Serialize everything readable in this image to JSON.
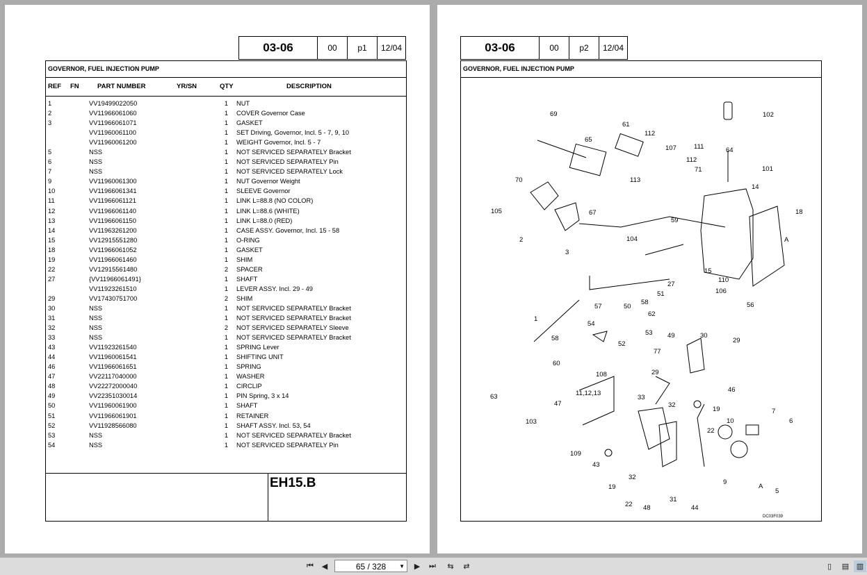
{
  "doc": {
    "code": "03-06",
    "revision": "00",
    "date": "12/04",
    "page_left": "p1",
    "page_right": "p2",
    "title": "GOVERNOR, FUEL INJECTION PUMP",
    "model": "EH15.B",
    "figure_id": "DC03F039"
  },
  "columns": {
    "ref": "REF",
    "fn": "FN",
    "part_number": "PART NUMBER",
    "yr_sn": "YR/SN",
    "qty": "QTY",
    "description": "DESCRIPTION"
  },
  "parts": [
    {
      "ref": "1",
      "pn": "VV19499022050",
      "qty": "1",
      "desc": "NUT"
    },
    {
      "ref": "2",
      "pn": "VV11966061060",
      "qty": "1",
      "desc": "COVER Governor Case"
    },
    {
      "ref": "3",
      "pn": "VV11966061071",
      "qty": "1",
      "desc": "GASKET"
    },
    {
      "ref": "",
      "pn": "VV11960061100",
      "qty": "1",
      "desc": "SET Driving, Governor, Incl. 5 - 7, 9, 10"
    },
    {
      "ref": "",
      "pn": "VV11960061200",
      "qty": "1",
      "desc": "WEIGHT Governor, Incl. 5 - 7"
    },
    {
      "ref": "5",
      "pn": "NSS",
      "qty": "1",
      "desc": "NOT SERVICED SEPARATELY Bracket"
    },
    {
      "ref": "6",
      "pn": "NSS",
      "qty": "1",
      "desc": "NOT SERVICED SEPARATELY Pin"
    },
    {
      "ref": "7",
      "pn": "NSS",
      "qty": "1",
      "desc": "NOT SERVICED SEPARATELY Lock"
    },
    {
      "ref": "9",
      "pn": "VV11960061300",
      "qty": "1",
      "desc": "NUT Governor Weight"
    },
    {
      "ref": "10",
      "pn": "VV11966061341",
      "qty": "1",
      "desc": "SLEEVE Governor"
    },
    {
      "ref": "11",
      "pn": "VV11966061121",
      "qty": "1",
      "desc": "LINK L=88.8 (NO COLOR)"
    },
    {
      "ref": "12",
      "pn": "VV11966061140",
      "qty": "1",
      "desc": "LINK L=88.6 (WHITE)"
    },
    {
      "ref": "13",
      "pn": "VV11966061150",
      "qty": "1",
      "desc": "LINK L=88.0 (RED)"
    },
    {
      "ref": "14",
      "pn": "VV11963261200",
      "qty": "1",
      "desc": "CASE ASSY. Governor, Incl. 15 - 58"
    },
    {
      "ref": "15",
      "pn": "VV12915551280",
      "qty": "1",
      "desc": "O-RING"
    },
    {
      "ref": "18",
      "pn": "VV11966061052",
      "qty": "1",
      "desc": "GASKET"
    },
    {
      "ref": "19",
      "pn": "VV11966061460",
      "qty": "1",
      "desc": "SHIM"
    },
    {
      "ref": "22",
      "pn": "VV12915561480",
      "qty": "2",
      "desc": "SPACER"
    },
    {
      "ref": "27",
      "pn": "{VV11966061491}",
      "qty": "1",
      "desc": "SHAFT"
    },
    {
      "ref": "",
      "pn": "VV11923261510",
      "qty": "1",
      "desc": "LEVER ASSY. Incl. 29 - 49"
    },
    {
      "ref": "29",
      "pn": "VV17430751700",
      "qty": "2",
      "desc": "SHIM"
    },
    {
      "ref": "30",
      "pn": "NSS",
      "qty": "1",
      "desc": "NOT SERVICED SEPARATELY Bracket"
    },
    {
      "ref": "31",
      "pn": "NSS",
      "qty": "1",
      "desc": "NOT SERVICED SEPARATELY Bracket"
    },
    {
      "ref": "32",
      "pn": "NSS",
      "qty": "2",
      "desc": "NOT SERVICED SEPARATELY Sleeve"
    },
    {
      "ref": "33",
      "pn": "NSS",
      "qty": "1",
      "desc": "NOT SERVICED SEPARATELY Bracket"
    },
    {
      "ref": "43",
      "pn": "VV11923261540",
      "qty": "1",
      "desc": "SPRING Lever"
    },
    {
      "ref": "44",
      "pn": "VV11960061541",
      "qty": "1",
      "desc": "SHIFTING UNIT"
    },
    {
      "ref": "46",
      "pn": "VV11966061651",
      "qty": "1",
      "desc": "SPRING"
    },
    {
      "ref": "47",
      "pn": "VV22117040000",
      "qty": "1",
      "desc": "WASHER"
    },
    {
      "ref": "48",
      "pn": "VV22272000040",
      "qty": "1",
      "desc": "CIRCLIP"
    },
    {
      "ref": "49",
      "pn": "VV22351030014",
      "qty": "1",
      "desc": "PIN Spring, 3 x 14"
    },
    {
      "ref": "50",
      "pn": "VV11960061900",
      "qty": "1",
      "desc": "SHAFT"
    },
    {
      "ref": "51",
      "pn": "VV11966061901",
      "qty": "1",
      "desc": "RETAINER"
    },
    {
      "ref": "52",
      "pn": "VV11928566080",
      "qty": "1",
      "desc": "SHAFT ASSY. Incl. 53, 54"
    },
    {
      "ref": "53",
      "pn": "NSS",
      "qty": "1",
      "desc": "NOT SERVICED SEPARATELY Bracket"
    },
    {
      "ref": "54",
      "pn": "NSS",
      "qty": "1",
      "desc": "NOT SERVICED SEPARATELY Pin"
    }
  ],
  "diagram_labels": [
    "69",
    "65",
    "61",
    "112",
    "107",
    "112",
    "111",
    "102",
    "64",
    "101",
    "70",
    "71",
    "113",
    "14",
    "105",
    "67",
    "2",
    "3",
    "59",
    "104",
    "18",
    "A",
    "15",
    "110",
    "106",
    "27",
    "51",
    "58",
    "56",
    "62",
    "53",
    "50",
    "57",
    "58",
    "54",
    "52",
    "1",
    "49",
    "30",
    "29",
    "77",
    "60",
    "108",
    "29",
    "46",
    "63",
    "11,12,13",
    "33",
    "32",
    "19",
    "47",
    "103",
    "22",
    "10",
    "7",
    "6",
    "109",
    "43",
    "A",
    "19",
    "32",
    "9",
    "22",
    "48",
    "31",
    "44",
    "5"
  ],
  "toolbar": {
    "page_indicator": "65 / 328",
    "first_icon": "first-page-icon",
    "prev_icon": "previous-page-icon",
    "next_icon": "next-page-icon",
    "last_icon": "last-page-icon"
  }
}
